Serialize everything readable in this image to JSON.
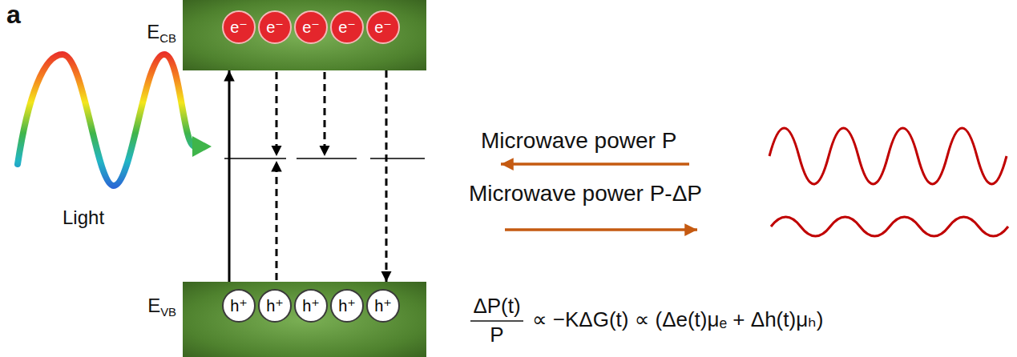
{
  "diagram": {
    "nodes": [
      {
        "text": [
          "ECB"
        ]
      },
      {
        "text": [
          "e⁻"
        ],
        "in": 0
      },
      {
        "text": [
          "e⁻"
        ],
        "in": 0
      },
      {
        "text": [
          "e⁻"
        ],
        "in": 0
      },
      {
        "text": [
          "e⁻"
        ],
        "in": 0
      },
      {
        "text": [
          "e⁻"
        ],
        "in": 0
      },
      {
        "text": [
          "EVB"
        ]
      },
      {
        "text": [
          "h⁺"
        ],
        "in": 6
      },
      {
        "text": [
          "h⁺"
        ],
        "in": 6
      },
      {
        "text": [
          "h⁺"
        ],
        "in": 6
      },
      {
        "text": [
          "h⁺"
        ],
        "in": 6
      },
      {
        "text": [
          "h⁺"
        ],
        "in": 6
      }
    ],
    "edges": [
      {
        "from": 6,
        "to": 0,
        "arrow": "to"
      },
      {
        "from": 0,
        "to": 6,
        "arrow": "to"
      }
    ],
    "labels": [
      "a",
      "Light",
      "Microwave power P",
      "Microwave power P-ΔP",
      "ΔP(t)",
      "P",
      "∝ −KΔG(t) ∝ (Δe(t)μₑ + Δh(t)μₕ)"
    ]
  }
}
